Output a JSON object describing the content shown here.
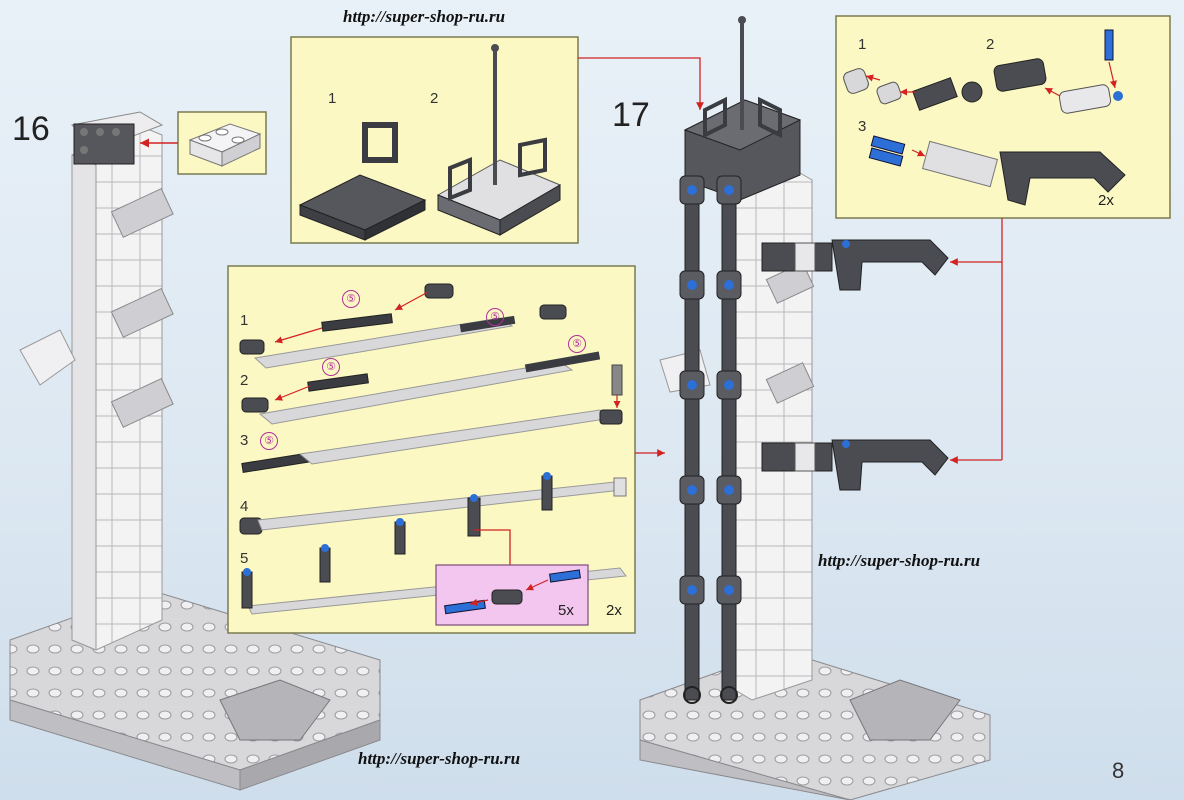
{
  "watermark": {
    "top": "http://super-shop-ru.ru",
    "right": "http://super-shop-ru.ru",
    "bottom": "http://super-shop-ru.ru"
  },
  "page_number": "8",
  "step16": {
    "number": "16"
  },
  "step17": {
    "number": "17",
    "antenna_callout": {
      "labels": [
        "1",
        "2"
      ]
    },
    "rods_callout": {
      "row_labels": [
        "1",
        "2",
        "3",
        "4",
        "5"
      ],
      "length_marks": [
        "⑤",
        "⑤",
        "⑤",
        "⑤",
        "⑤"
      ],
      "sub_multiplier": "5x",
      "multiplier": "2x"
    },
    "claw_callout": {
      "labels": [
        "1",
        "2",
        "3"
      ],
      "multiplier": "2x"
    }
  },
  "colors": {
    "callout_bg": "#fbf8c4",
    "arrow": "#d22222",
    "pink_box": "#f2c6ee",
    "dark_part": "#4a4c52",
    "light_part": "#e8e8ea",
    "blue_pin": "#2c6fd6"
  }
}
